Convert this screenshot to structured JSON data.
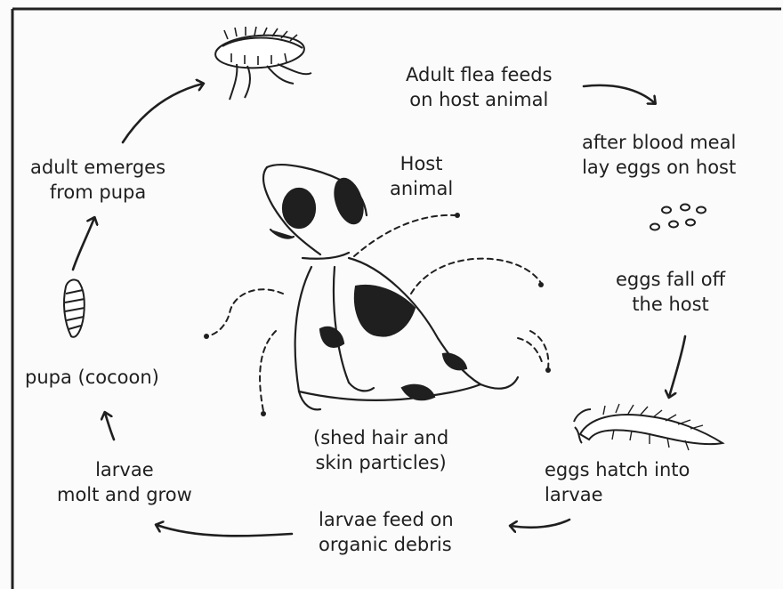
{
  "diagram": {
    "stages": {
      "adult_feeds": [
        "Adult flea feeds",
        "on host animal"
      ],
      "lay_eggs": [
        "after blood meal",
        "lay eggs on host"
      ],
      "eggs_fall": [
        "eggs fall off",
        "the host"
      ],
      "eggs_hatch": [
        "eggs hatch into",
        "larvae"
      ],
      "larvae_feed": [
        "larvae feed on",
        "organic debris"
      ],
      "larvae_molt": [
        "larvae",
        "molt and grow"
      ],
      "pupa": [
        "pupa (cocoon)"
      ],
      "adult_emerges": [
        "adult emerges",
        "from pupa"
      ]
    },
    "center": {
      "host": [
        "Host",
        "animal"
      ],
      "shed": [
        "(shed hair and",
        "skin particles)"
      ]
    },
    "icons": [
      "flea-icon",
      "eggs-icon",
      "larva-icon",
      "pupa-icon",
      "dog-illustration"
    ],
    "colors": {
      "ink": "#1f1f1f",
      "background": "#fbfbfb",
      "frame": "#222222"
    }
  }
}
